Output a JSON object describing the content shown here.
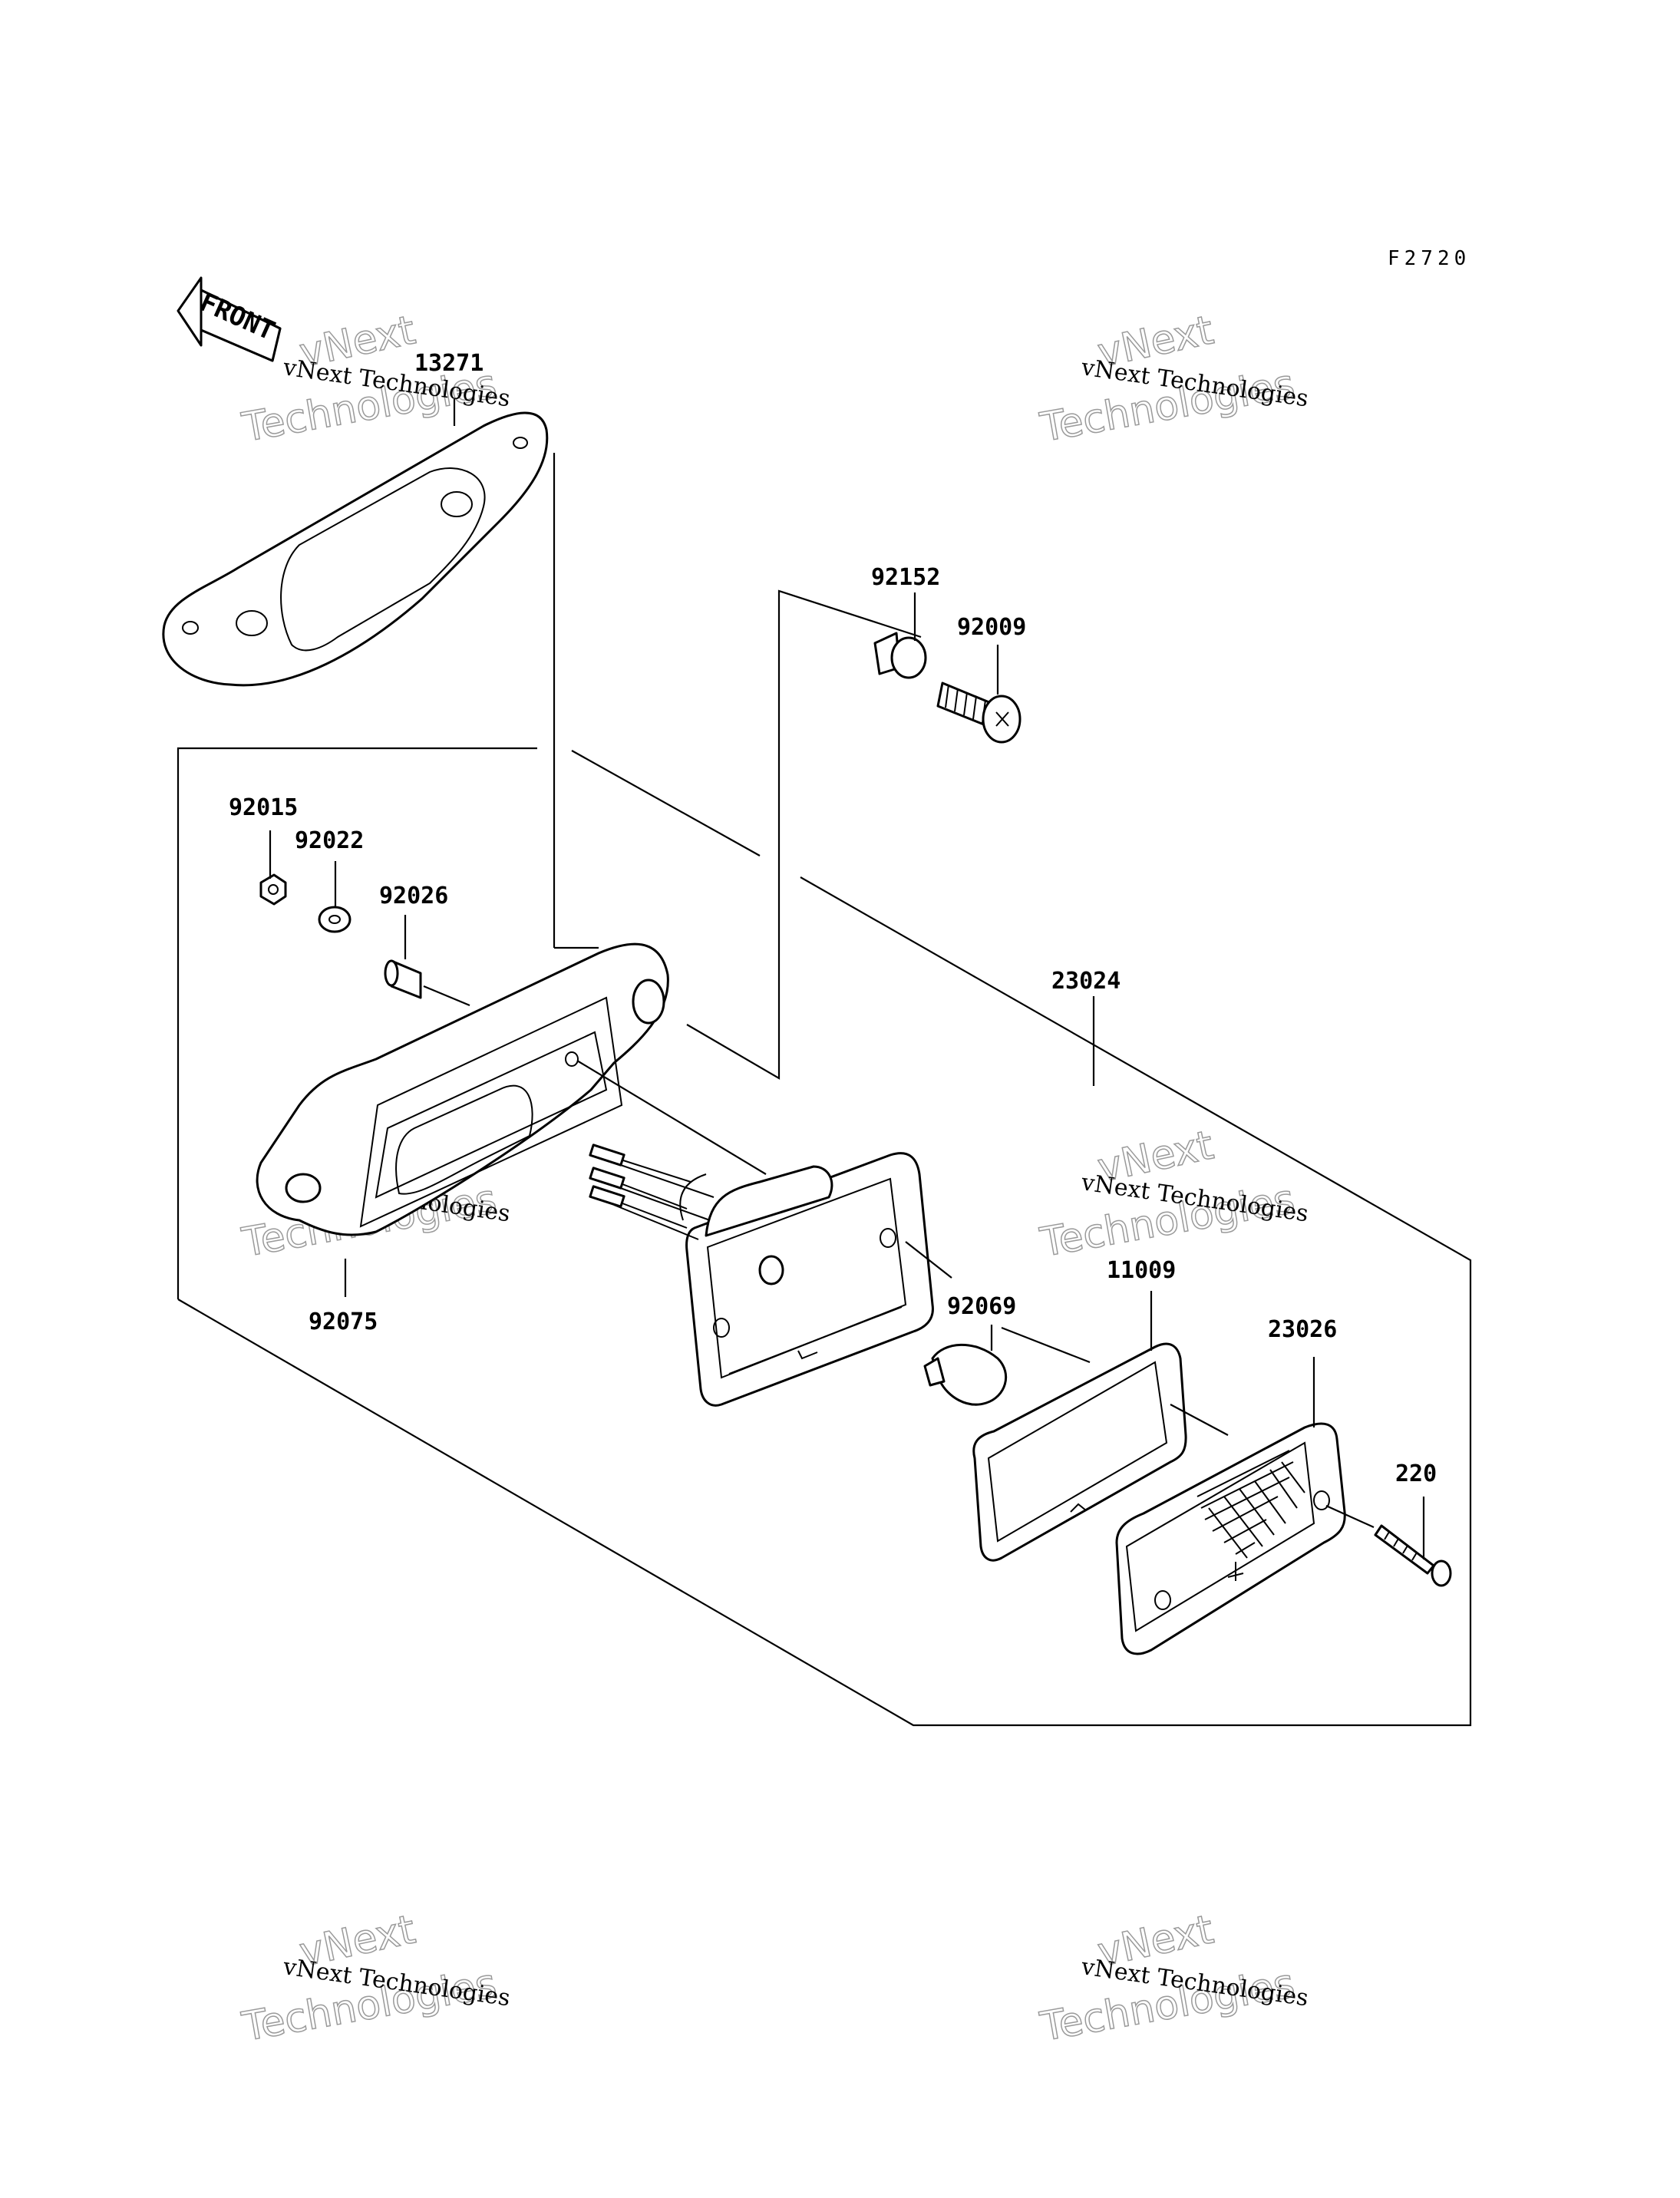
{
  "figure_code": "F2720",
  "front_label": "FRONT",
  "part_labels": [
    {
      "id": "p13271",
      "text": "13271"
    },
    {
      "id": "p92152",
      "text": "92152"
    },
    {
      "id": "p92009",
      "text": "92009"
    },
    {
      "id": "p92015",
      "text": "92015"
    },
    {
      "id": "p92022",
      "text": "92022"
    },
    {
      "id": "p92026",
      "text": "92026"
    },
    {
      "id": "p23024",
      "text": "23024"
    },
    {
      "id": "p92075",
      "text": "92075"
    },
    {
      "id": "p92069",
      "text": "92069"
    },
    {
      "id": "p11009",
      "text": "11009"
    },
    {
      "id": "p23026",
      "text": "23026"
    },
    {
      "id": "p220",
      "text": "220"
    }
  ],
  "watermark": {
    "line1": "vNext",
    "line2": "vNext Technologies",
    "line3": "Technologies"
  }
}
